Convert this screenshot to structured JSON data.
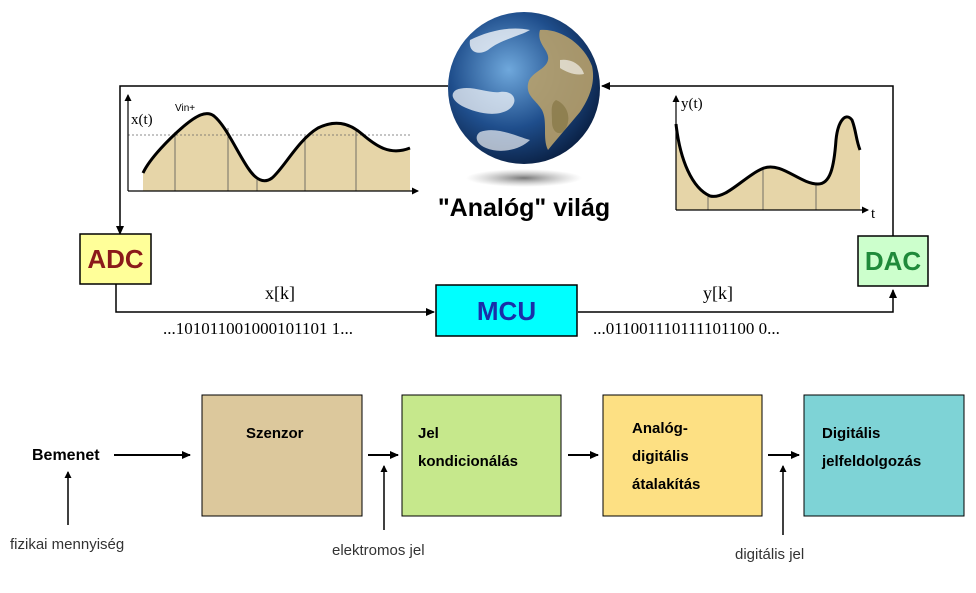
{
  "top": {
    "world_label": "\"Analóg\" világ",
    "adc_label": "ADC",
    "dac_label": "DAC",
    "mcu_label": "MCU",
    "input_graph": {
      "ylabel": "x(t)",
      "peak_label": "Vin+"
    },
    "output_graph": {
      "ylabel": "y(t)",
      "xlabel": "t"
    },
    "xk_label": "x[k]",
    "yk_label": "y[k]",
    "bits_in": "...101011001000101101 1...",
    "bits_out": "...011001110111101100 0..."
  },
  "bottom": {
    "input_label": "Bemenet",
    "physical_quantity": "fizikai mennyiség",
    "blocks": [
      {
        "lines": [
          "Szenzor"
        ],
        "color": "#dcc89c"
      },
      {
        "lines": [
          "Jel",
          "kondicionálás"
        ],
        "color": "#c6e88c"
      },
      {
        "lines": [
          "Analóg-",
          "digitális",
          "átalakítás"
        ],
        "color": "#fde083"
      },
      {
        "lines": [
          "Digitális",
          "jelfeldolgozás"
        ],
        "color": "#7ed3d6"
      }
    ],
    "electrical_signal": "elektromos jel",
    "digital_signal": "digitális jel"
  },
  "colors": {
    "adc_fill": "#ffff99",
    "adc_text": "#8b1a1a",
    "dac_fill": "#ccffcc",
    "dac_text": "#1f8a3a",
    "mcu_fill": "#00ffff",
    "mcu_text": "#1a2fa8",
    "graph_fill": "#e6d5a8"
  }
}
